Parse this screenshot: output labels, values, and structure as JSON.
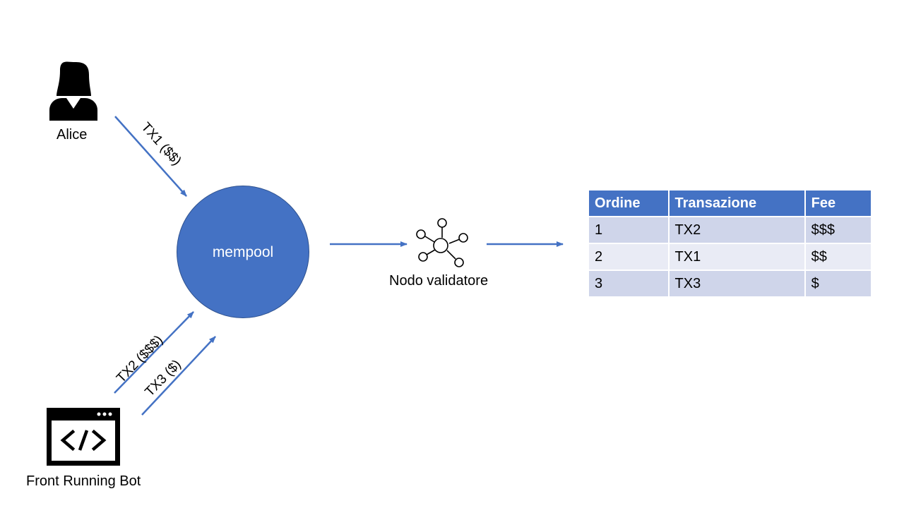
{
  "actors": {
    "alice": {
      "label": "Alice",
      "icon": "person-icon"
    },
    "bot": {
      "label": "Front Running Bot",
      "icon": "code-window-icon"
    }
  },
  "mempool": {
    "label": "mempool"
  },
  "validator": {
    "label": "Nodo validatore",
    "icon": "network-node-icon"
  },
  "edges": {
    "tx1": "TX1 ($$)",
    "tx2": "TX2 ($$$)",
    "tx3": "TX3 ($)"
  },
  "table": {
    "headers": [
      "Ordine",
      "Transazione",
      "Fee"
    ],
    "rows": [
      [
        "1",
        "TX2",
        "$$$"
      ],
      [
        "2",
        "TX1",
        "$$"
      ],
      [
        "3",
        "TX3",
        "$"
      ]
    ]
  },
  "colors": {
    "accent": "#4472c4",
    "row_odd": "#cfd5ea",
    "row_even": "#e9ebf5"
  }
}
